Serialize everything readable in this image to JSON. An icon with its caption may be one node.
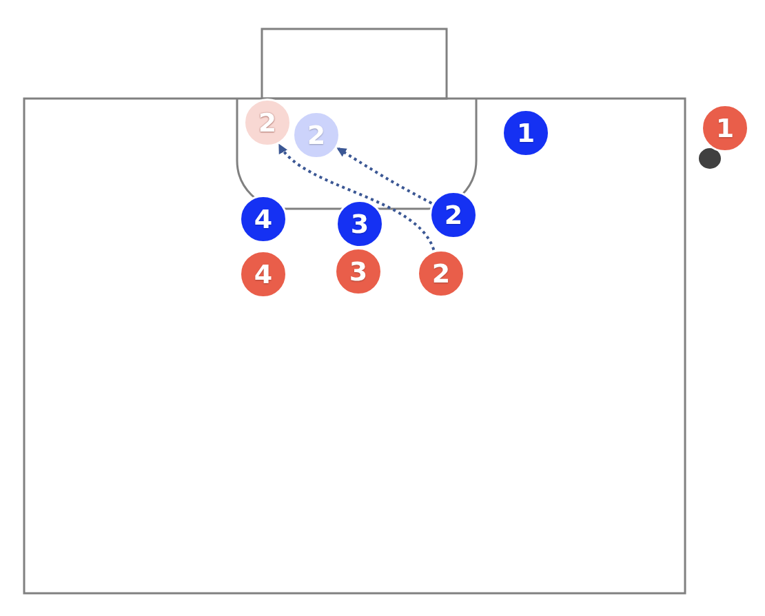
{
  "diagram": {
    "nodes": [
      {
        "text": [
          "2"
        ]
      },
      {
        "text": [
          "2"
        ]
      },
      {
        "text": [
          "1"
        ]
      },
      {
        "text": [
          "1"
        ]
      },
      {
        "text": [
          "4"
        ]
      },
      {
        "text": [
          "3"
        ]
      },
      {
        "text": [
          "2"
        ]
      },
      {
        "text": [
          "4"
        ]
      },
      {
        "text": [
          "3"
        ]
      },
      {
        "text": [
          "2"
        ]
      }
    ],
    "edges": [
      {
        "from": 6,
        "to": 1,
        "arrow": "to",
        "style": "dashed"
      },
      {
        "from": 9,
        "to": 0,
        "arrow": "to",
        "style": "dashed"
      }
    ]
  }
}
